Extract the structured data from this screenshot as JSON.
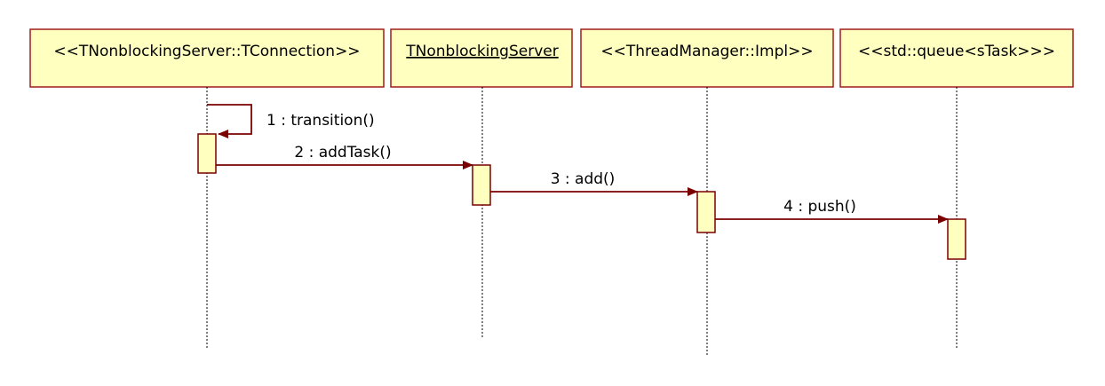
{
  "lifelines": [
    {
      "id": "connection",
      "label": "<<TNonblockingServer::TConnection>>",
      "underline": false
    },
    {
      "id": "server",
      "label": "TNonblockingServer",
      "underline": true
    },
    {
      "id": "threadmanager",
      "label": "<<ThreadManager::Impl>>",
      "underline": false
    },
    {
      "id": "queue",
      "label": "<<std::queue<sTask>>>",
      "underline": false
    }
  ],
  "messages": [
    {
      "id": "msg-1",
      "label": "1 : transition()",
      "from": "connection",
      "to": "connection",
      "self": true
    },
    {
      "id": "msg-2",
      "label": "2 : addTask()",
      "from": "connection",
      "to": "server"
    },
    {
      "id": "msg-3",
      "label": "3 : add()",
      "from": "server",
      "to": "threadmanager"
    },
    {
      "id": "msg-4",
      "label": "4 : push()",
      "from": "threadmanager",
      "to": "queue"
    }
  ],
  "colors": {
    "box_fill": "#ffffc0",
    "border": "#a01e1e",
    "arrow": "#7a0000"
  }
}
